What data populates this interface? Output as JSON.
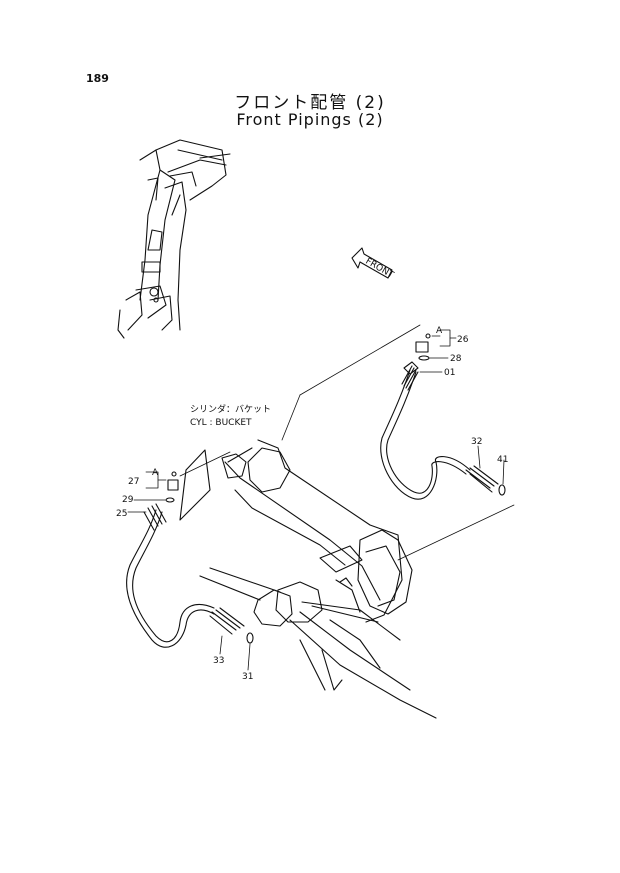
{
  "page_number": "189",
  "title_jp": "フロント配管 (2)",
  "title_en": "Front Pipings (2)",
  "front_arrow_label": "FRONT",
  "cylinder_label": {
    "jp": "シリンダ：バケット",
    "en": "CYL : BUCKET"
  },
  "callouts": {
    "a_top": "A",
    "a_left": "A",
    "p26": "26",
    "p28": "28",
    "p01": "01",
    "p32": "32",
    "p41": "41",
    "p27": "27",
    "p29": "29",
    "p25": "25",
    "p33": "33",
    "p31": "31"
  }
}
